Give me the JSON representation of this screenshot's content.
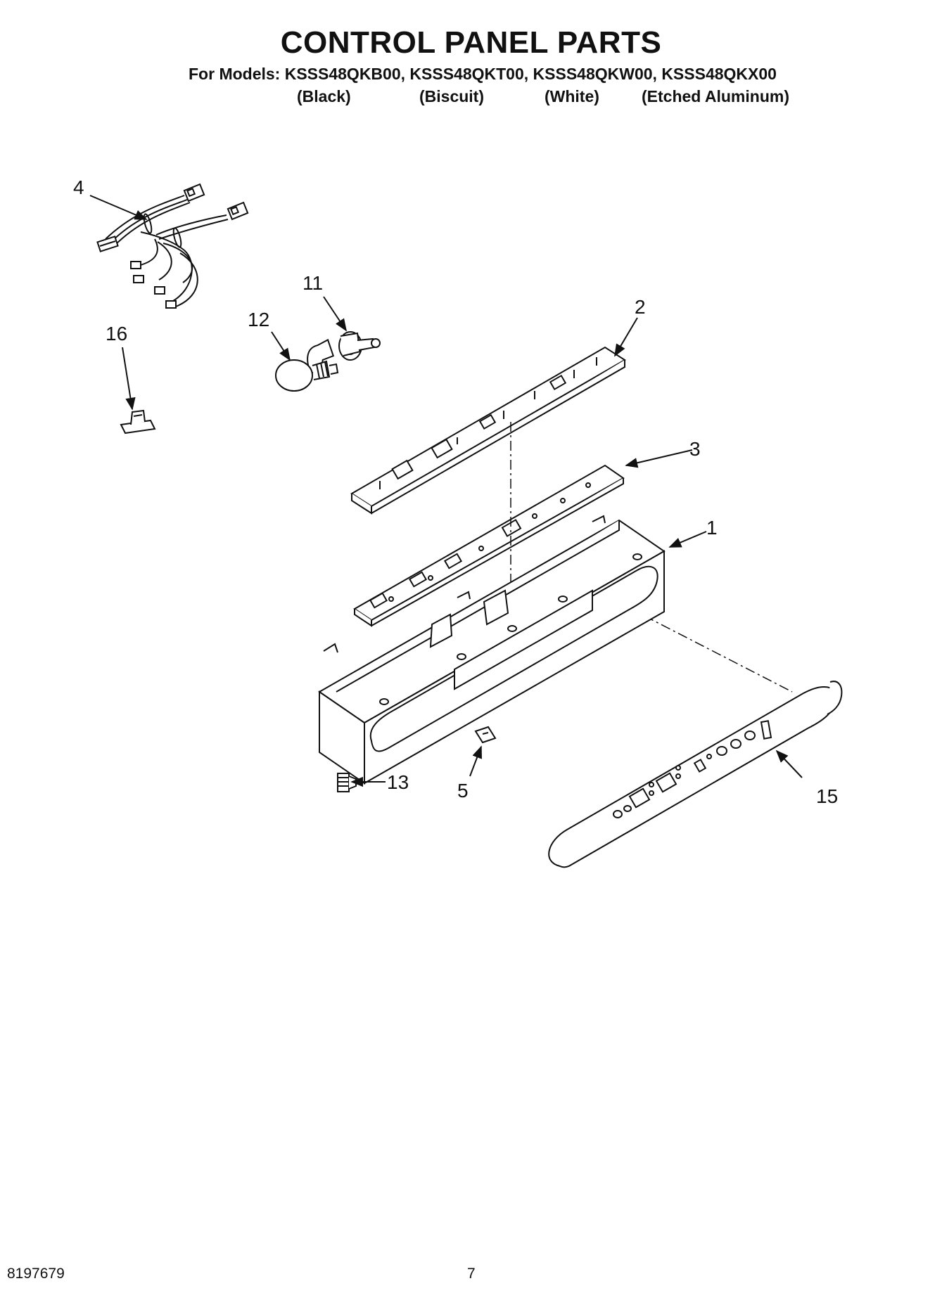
{
  "header": {
    "title": "CONTROL PANEL PARTS",
    "models_line": "For Models: KSSS48QKB00, KSSS48QKT00, KSSS48QKW00, KSSS48QKX00",
    "colors": [
      "(Black)",
      "(Biscuit)",
      "(White)",
      "(Etched Aluminum)"
    ]
  },
  "callouts": {
    "harness": "4",
    "socket": "11",
    "bulb": "12",
    "clip": "16",
    "upper_board": "2",
    "lower_board": "3",
    "housing": "1",
    "screw": "13",
    "small_bracket": "5",
    "control_panel": "15"
  },
  "footer": {
    "doc_number": "8197679",
    "page_number": "7"
  }
}
